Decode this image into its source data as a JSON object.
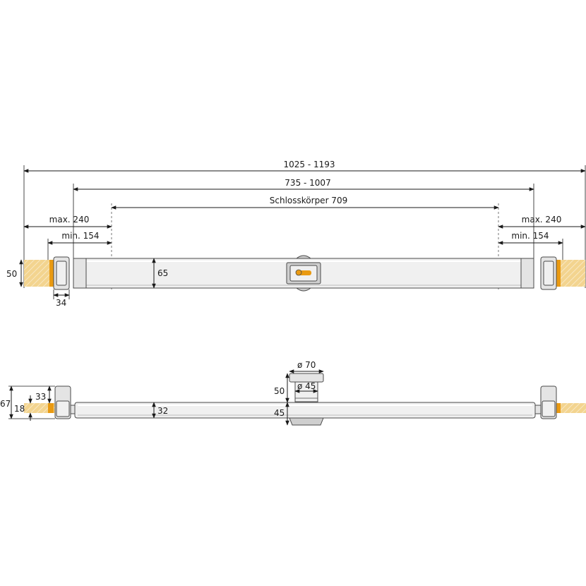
{
  "colors": {
    "housing": "#e4e4e4",
    "outline": "#4a4a4a",
    "bolt_light": "#f3d48f",
    "bolt_core": "#e99a12",
    "dimension": "#1a1a1a"
  },
  "front_view": {
    "overall_length": "1025 - 1193",
    "inner_length": "735 - 1007",
    "lock_body": "Schlosskörper 709",
    "max_left": "max. 240",
    "min_left": "min. 154",
    "max_right": "max. 240",
    "min_right": "min. 154",
    "bolt_height": "50",
    "bar_height": "65",
    "end_cap_width": "34"
  },
  "side_view": {
    "total_height": "67",
    "bolt_height": "18",
    "cap_height": "33",
    "bar_height": "32",
    "knob_height": "50",
    "knob_outer_diameter": "ø 70",
    "knob_inner_diameter": "ø 45",
    "center_offset": "45"
  }
}
